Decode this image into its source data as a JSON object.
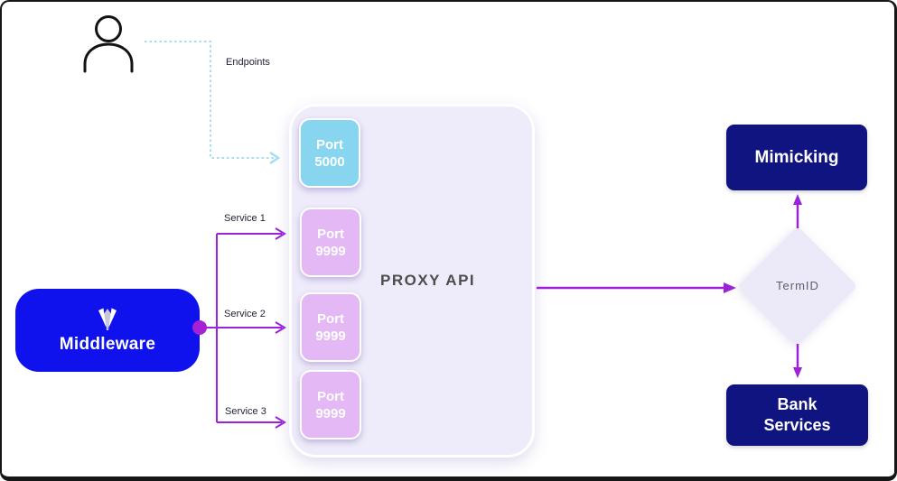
{
  "actor": {
    "icon": "person-icon"
  },
  "endpoints_flow": {
    "label": "Endpoints"
  },
  "middleware": {
    "label": "Middleware",
    "icon": "middleware-gem-icon"
  },
  "service_flows": [
    {
      "label": "Service 1"
    },
    {
      "label": "Service 2"
    },
    {
      "label": "Service 3"
    }
  ],
  "proxy_api": {
    "title": "PROXY API",
    "ports": [
      {
        "line1": "Port",
        "line2": "5000",
        "color": "#87d5ef"
      },
      {
        "line1": "Port",
        "line2": "9999",
        "color": "#e3b8f5"
      },
      {
        "line1": "Port",
        "line2": "9999",
        "color": "#e3b8f5"
      },
      {
        "line1": "Port",
        "line2": "9999",
        "color": "#e3b8f5"
      }
    ]
  },
  "termid": {
    "label": "TermID"
  },
  "mimicking": {
    "label": "Mimicking"
  },
  "bank_services": {
    "line1": "Bank",
    "line2": "Services"
  },
  "colors": {
    "middleware_blue": "#1012ee",
    "navy_node": "#101480",
    "arrow_purple": "#9a22da",
    "junction_dot_magenta": "#a620d6",
    "dotted_flow_blue": "#a5dbf3",
    "port_cyan": "#87d5ef",
    "port_lilac": "#e3b8f5",
    "proxy_panel_lavender": "#eeebfa",
    "diamond_lavender": "#eceaf8",
    "proxy_title_gray": "#4d4d4d"
  }
}
